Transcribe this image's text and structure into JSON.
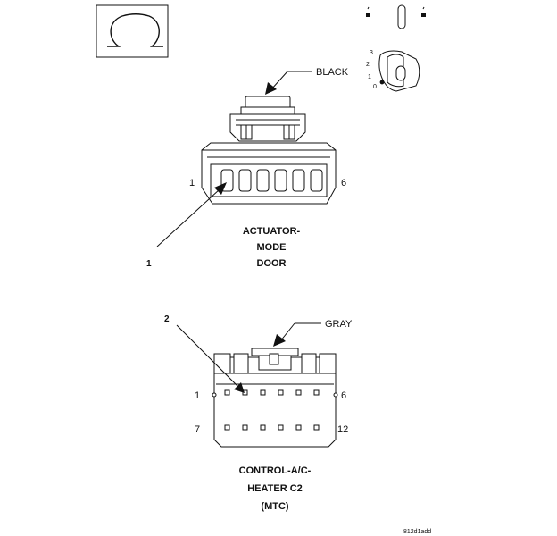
{
  "figure_code": "812d1add",
  "connector_top": {
    "color_label": "BLACK",
    "pin_first": "1",
    "pin_last": "6",
    "caption_line1": "ACTUATOR-",
    "caption_line2": "MODE",
    "caption_line3": "DOOR",
    "callout": "1"
  },
  "connector_bottom": {
    "color_label": "GRAY",
    "pin_row1_first": "1",
    "pin_row1_last": "6",
    "pin_row2_first": "7",
    "pin_row2_last": "12",
    "caption_line1": "CONTROL-A/C-",
    "caption_line2": "HEATER C2",
    "caption_line3": "(MTC)",
    "callout": "2"
  },
  "key_icon": {
    "pos1": "1",
    "pos2": "2",
    "pos3": "3",
    "pos0": "0"
  },
  "icons": [
    "omega-symbol-icon",
    "fuse-icon",
    "ignition-key-icon"
  ]
}
